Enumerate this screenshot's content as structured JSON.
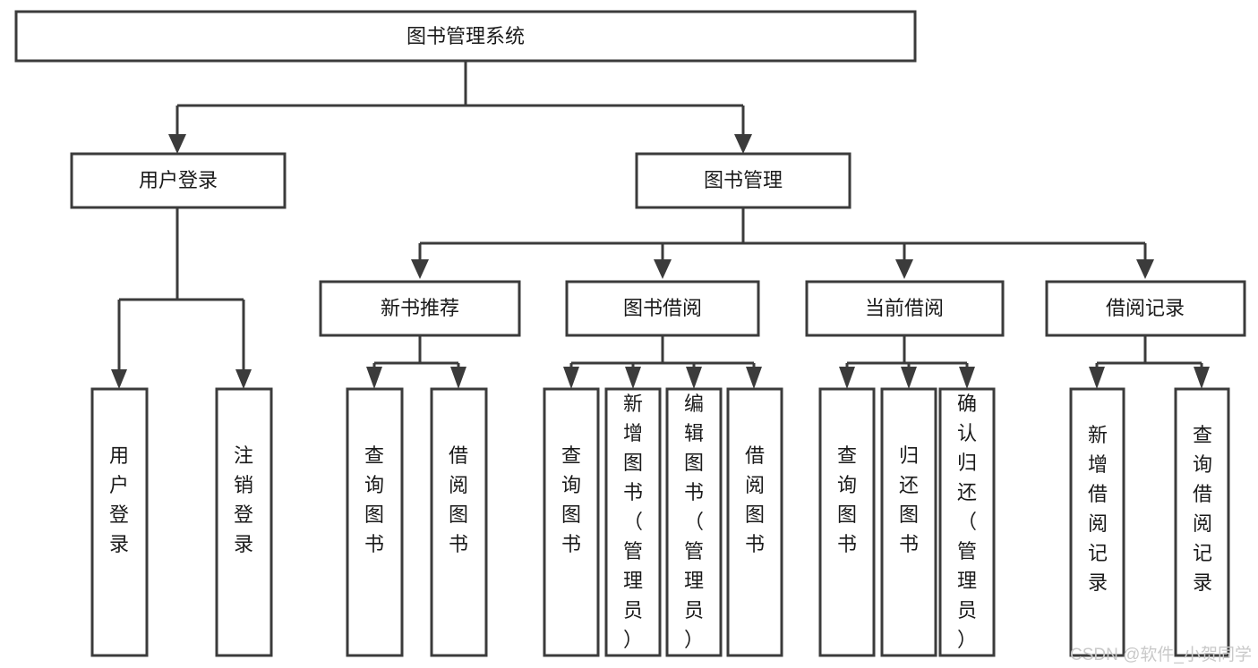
{
  "diagram": {
    "title": "图书管理系统",
    "type": "tree-hierarchy",
    "watermark": "CSDN @软件_小贺同学",
    "colors": {
      "line": "#3b3b3b",
      "node_fill": "#ffffff",
      "text": "#1a1a1a",
      "background": "#ffffff",
      "watermark": "#c9c9c9"
    },
    "nodes": {
      "root": "图书管理系统",
      "level1": [
        "用户登录",
        "图书管理"
      ],
      "level2": [
        "新书推荐",
        "图书借阅",
        "当前借阅",
        "借阅记录"
      ],
      "leaves_user_login": [
        "用户登录",
        "注销登录"
      ],
      "leaves_new_book": [
        "查询图书",
        "借阅图书"
      ],
      "leaves_borrow": [
        "查询图书",
        "新增图书（管理员）",
        "编辑图书（管理员）",
        "借阅图书"
      ],
      "leaves_current": [
        "查询图书",
        "归还图书",
        "确认归还（管理员）"
      ],
      "leaves_records": [
        "新增借阅记录",
        "查询借阅记录"
      ]
    }
  },
  "chart_data": {
    "type": "table",
    "title": "图书管理系统",
    "hierarchy": [
      {
        "label": "图书管理系统",
        "level": 0,
        "children": [
          {
            "label": "用户登录",
            "level": 1,
            "children": [
              {
                "label": "用户登录",
                "level": 2,
                "children": []
              },
              {
                "label": "注销登录",
                "level": 2,
                "children": []
              }
            ]
          },
          {
            "label": "图书管理",
            "level": 1,
            "children": [
              {
                "label": "新书推荐",
                "level": 2,
                "children": [
                  {
                    "label": "查询图书",
                    "level": 3,
                    "children": []
                  },
                  {
                    "label": "借阅图书",
                    "level": 3,
                    "children": []
                  }
                ]
              },
              {
                "label": "图书借阅",
                "level": 2,
                "children": [
                  {
                    "label": "查询图书",
                    "level": 3,
                    "children": []
                  },
                  {
                    "label": "新增图书（管理员）",
                    "level": 3,
                    "children": []
                  },
                  {
                    "label": "编辑图书（管理员）",
                    "level": 3,
                    "children": []
                  },
                  {
                    "label": "借阅图书",
                    "level": 3,
                    "children": []
                  }
                ]
              },
              {
                "label": "当前借阅",
                "level": 2,
                "children": [
                  {
                    "label": "查询图书",
                    "level": 3,
                    "children": []
                  },
                  {
                    "label": "归还图书",
                    "level": 3,
                    "children": []
                  },
                  {
                    "label": "确认归还（管理员）",
                    "level": 3,
                    "children": []
                  }
                ]
              },
              {
                "label": "借阅记录",
                "level": 2,
                "children": [
                  {
                    "label": "新增借阅记录",
                    "level": 3,
                    "children": []
                  },
                  {
                    "label": "查询借阅记录",
                    "level": 3,
                    "children": []
                  }
                ]
              }
            ]
          }
        ]
      }
    ]
  }
}
